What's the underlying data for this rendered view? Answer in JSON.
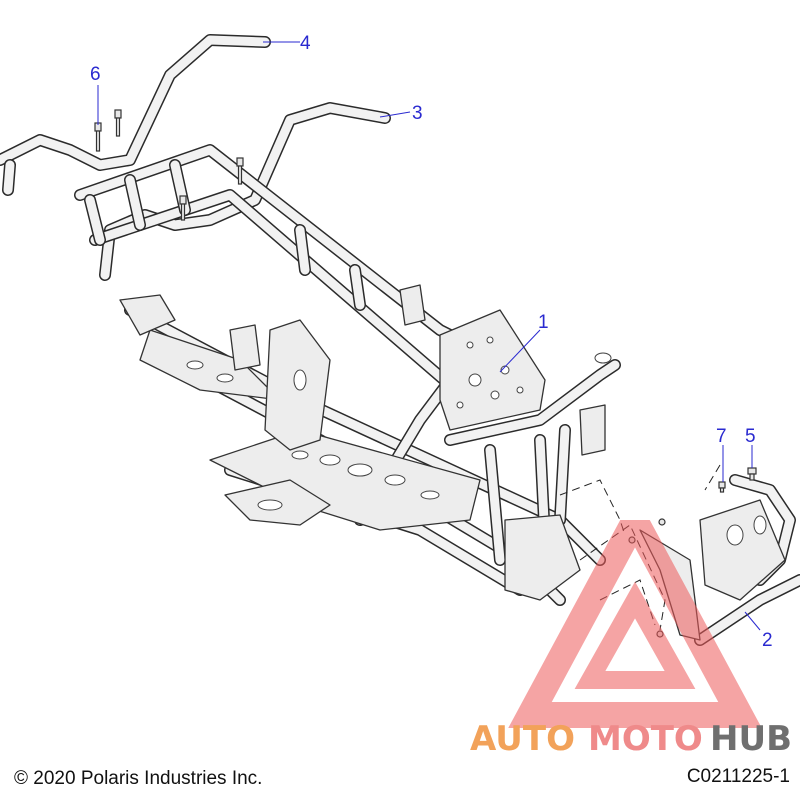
{
  "callouts": [
    {
      "id": "1",
      "label": "1"
    },
    {
      "id": "2",
      "label": "2"
    },
    {
      "id": "3",
      "label": "3"
    },
    {
      "id": "4",
      "label": "4"
    },
    {
      "id": "5",
      "label": "5"
    },
    {
      "id": "6",
      "label": "6"
    },
    {
      "id": "7",
      "label": "7"
    }
  ],
  "footer": {
    "copyright": "© 2020 Polaris Industries Inc.",
    "diagram_code": "C0211225-1"
  },
  "watermark": {
    "word_part1": "AUTO",
    "word_part2": "MOTO",
    "word_part3": "HUB",
    "color_primary": "#f2a25a",
    "color_secondary": "#ef8a8a",
    "color_tertiary": "#6f6f6f",
    "color_triangle": "#ee5a5a"
  },
  "colors": {
    "callout": "#2a2ad0",
    "line": "#333333"
  }
}
